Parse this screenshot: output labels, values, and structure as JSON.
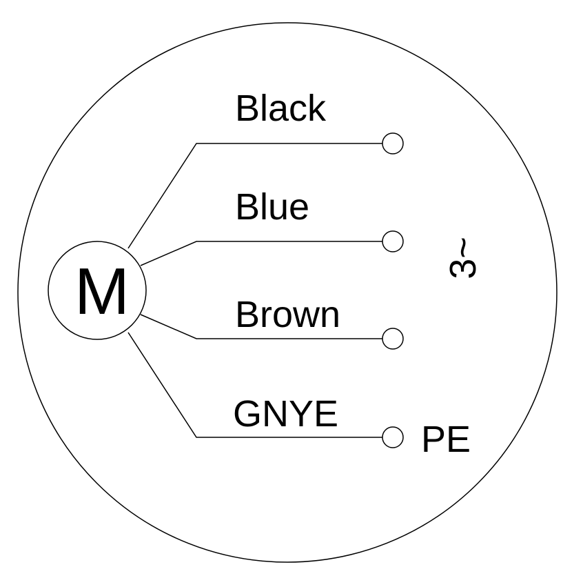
{
  "motor": {
    "symbol": "M"
  },
  "wires": [
    {
      "label": "Black"
    },
    {
      "label": "Blue"
    },
    {
      "label": "Brown"
    },
    {
      "label": "GNYE"
    }
  ],
  "supply": {
    "label": "3~"
  },
  "earth": {
    "label": "PE"
  },
  "colors": {
    "ink": "#000000",
    "background": "#ffffff"
  }
}
